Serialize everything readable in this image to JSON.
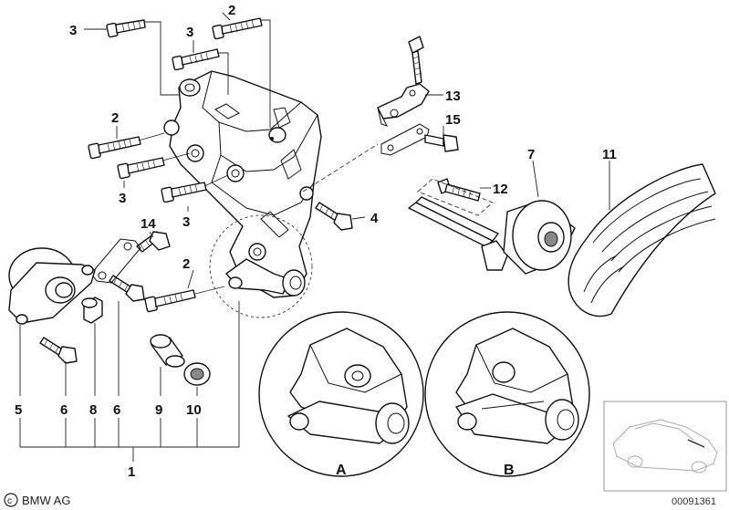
{
  "callouts": {
    "n1": "1",
    "n2a": "2",
    "n2b": "2",
    "n2c": "2",
    "n3a": "3",
    "n3b": "3",
    "n3c": "3",
    "n3d": "3",
    "n4": "4",
    "n5": "5",
    "n6a": "6",
    "n6b": "6",
    "n7": "7",
    "n8": "8",
    "n9": "9",
    "n10": "10",
    "n11": "11",
    "n12": "12",
    "n13": "13",
    "n14": "14",
    "n15": "15"
  },
  "details": {
    "a": "A",
    "b": "B"
  },
  "brand": "BMW AG",
  "doc_number": "00091361"
}
